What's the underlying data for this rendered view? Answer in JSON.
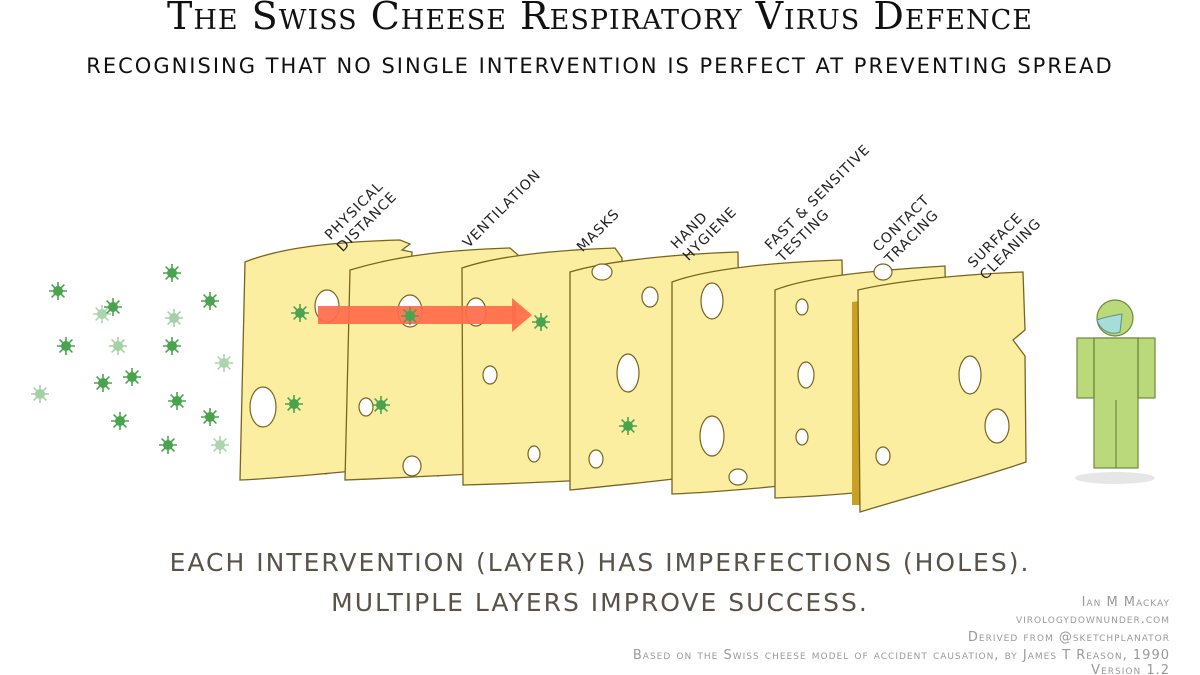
{
  "title": "The Swiss Cheese Respiratory Virus Defence",
  "subtitle": "RECOGNISING THAT NO SINGLE INTERVENTION IS PERFECT AT PREVENTING SPREAD",
  "layers": [
    {
      "line1": "PHYSICAL",
      "line2": "DISTANCE"
    },
    {
      "line1": "VENTILATION",
      "line2": ""
    },
    {
      "line1": "MASKS",
      "line2": ""
    },
    {
      "line1": "HAND",
      "line2": "HYGIENE"
    },
    {
      "line1": "FAST & SENSITIVE",
      "line2": "TESTING"
    },
    {
      "line1": "CONTACT",
      "line2": "TRACING"
    },
    {
      "line1": "SURFACE",
      "line2": "CLEANING"
    }
  ],
  "caption": {
    "line1": "EACH INTERVENTION (LAYER) HAS IMPERFECTIONS (HOLES).",
    "line2": "MULTIPLE LAYERS IMPROVE SUCCESS."
  },
  "credits": {
    "author": "Ian M Mackay",
    "site": "virologydownunder.com",
    "derived": "Derived from @sketchplanator",
    "based": "Based on the Swiss cheese model of accident causation, by James T Reason, 1990",
    "version": "Version 1.2"
  },
  "colors": {
    "cheese": "#fbeea0",
    "cheese_side": "#e2b93a",
    "cheese_shadow": "#c8a023",
    "virus": "#4aa34e",
    "arrow": "#ff6b4a",
    "person": "#b9d97a",
    "mask": "#a8dcd8"
  },
  "icons": {
    "virus": "virus-icon",
    "person": "person-figure",
    "arrow": "virus-path-arrow"
  }
}
